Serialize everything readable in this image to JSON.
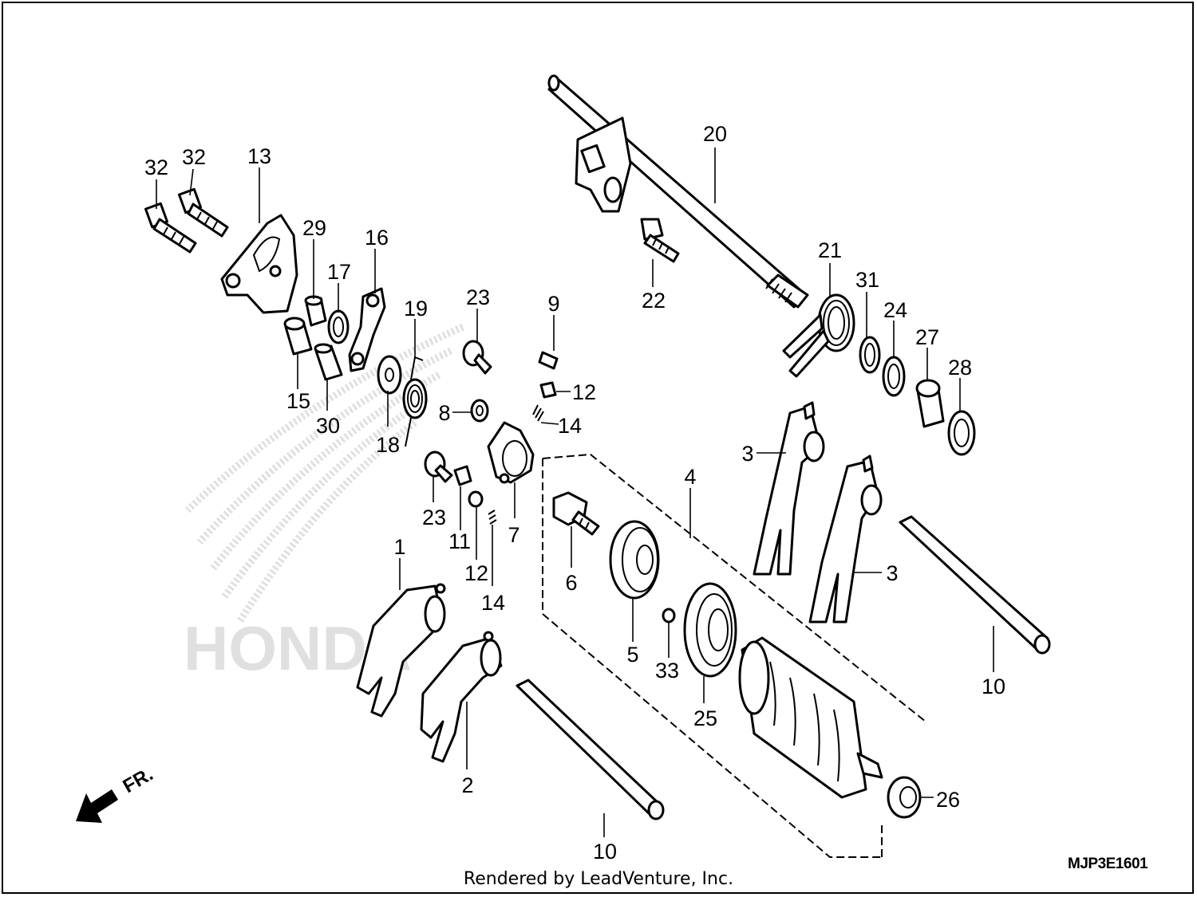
{
  "diagram": {
    "callouts": {
      "c1": "1",
      "c2": "2",
      "c3a": "3",
      "c3b": "3",
      "c4": "4",
      "c5": "5",
      "c6": "6",
      "c7": "7",
      "c8": "8",
      "c9": "9",
      "c10a": "10",
      "c10b": "10",
      "c11": "11",
      "c12a": "12",
      "c12b": "12",
      "c13": "13",
      "c14a": "14",
      "c14b": "14",
      "c15": "15",
      "c16": "16",
      "c17": "17",
      "c18": "18",
      "c19": "19",
      "c20": "20",
      "c21": "21",
      "c22": "22",
      "c23a": "23",
      "c23b": "23",
      "c24": "24",
      "c25": "25",
      "c26": "26",
      "c27": "27",
      "c28": "28",
      "c29": "29",
      "c30": "30",
      "c31": "31",
      "c32a": "32",
      "c32b": "32",
      "c33": "33"
    },
    "front_arrow_label": "FR.",
    "watermark_text": "HONDA",
    "diagram_code": "MJP3E1601",
    "credit": "Rendered by LeadVenture, Inc."
  }
}
